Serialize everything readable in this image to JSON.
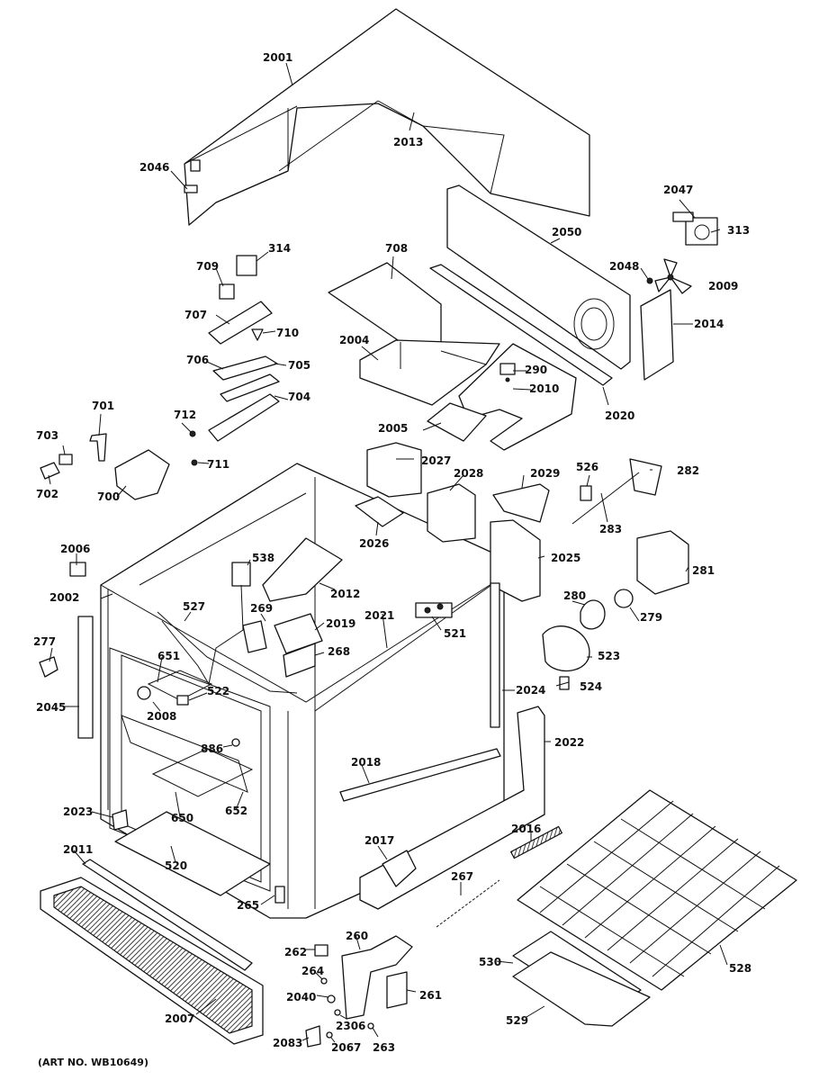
{
  "diagram": {
    "art_number": "(ART NO. WB10649)",
    "labels": [
      "2001",
      "2013",
      "2046",
      "2047",
      "313",
      "2050",
      "2048",
      "314",
      "709",
      "708",
      "2009",
      "707",
      "710",
      "2014",
      "2004",
      "290",
      "706",
      "705",
      "2010",
      "704",
      "2020",
      "701",
      "712",
      "2005",
      "703",
      "711",
      "2027",
      "526",
      "282",
      "702",
      "700",
      "2028",
      "2029",
      "2026",
      "283",
      "2006",
      "538",
      "2025",
      "281",
      "2012",
      "2002",
      "280",
      "279",
      "527",
      "269",
      "2019",
      "2021",
      "521",
      "277",
      "268",
      "651",
      "523",
      "522",
      "2045",
      "2008",
      "2024",
      "524",
      "886",
      "2022",
      "2018",
      "650",
      "652",
      "2023",
      "2016",
      "2017",
      "2011",
      "520",
      "267",
      "265",
      "260",
      "262",
      "528",
      "530",
      "264",
      "261",
      "2040",
      "2007",
      "2306",
      "529",
      "2083",
      "2067",
      "263"
    ]
  }
}
